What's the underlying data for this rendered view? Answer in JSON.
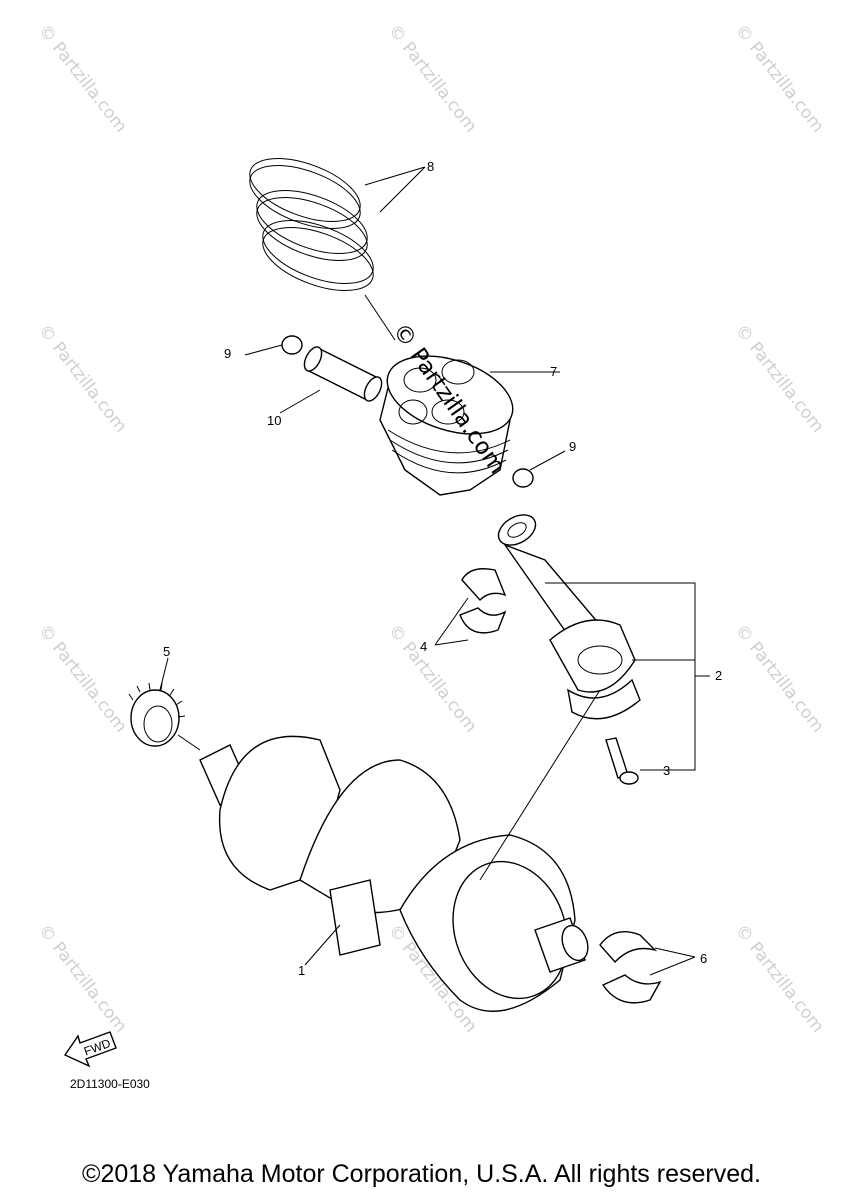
{
  "callouts": [
    {
      "id": "1",
      "label": "1"
    },
    {
      "id": "2",
      "label": "2"
    },
    {
      "id": "3",
      "label": "3"
    },
    {
      "id": "4",
      "label": "4"
    },
    {
      "id": "5",
      "label": "5"
    },
    {
      "id": "6",
      "label": "6"
    },
    {
      "id": "7",
      "label": "7"
    },
    {
      "id": "8",
      "label": "8"
    },
    {
      "id": "9a",
      "label": "9"
    },
    {
      "id": "9b",
      "label": "9"
    },
    {
      "id": "10",
      "label": "10"
    }
  ],
  "diagram_code": "2D11300-E030",
  "fwd_label": "FWD",
  "watermark": "© Partzilla.com",
  "watermark_center": "© Partzilla.com",
  "copyright": "©2018 Yamaha Motor Corporation, U.S.A. All rights reserved."
}
